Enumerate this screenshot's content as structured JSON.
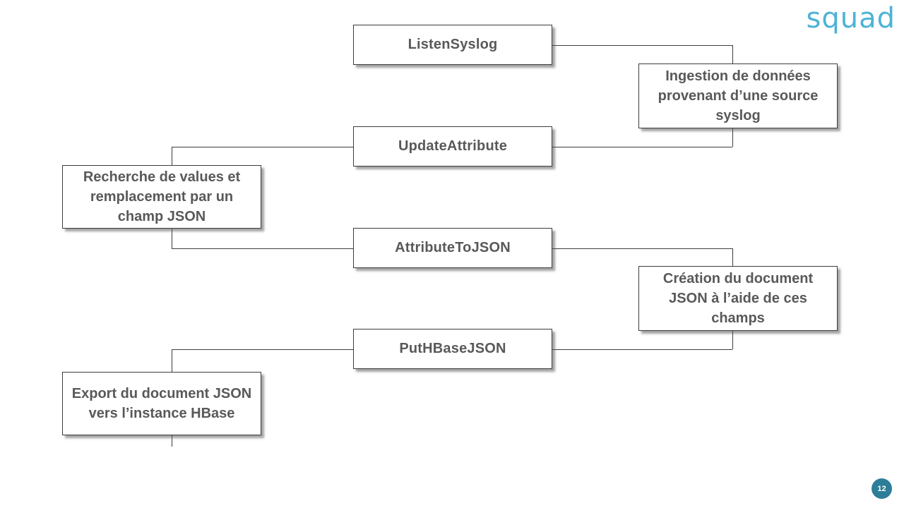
{
  "slide": {
    "logo": {
      "text": "squad",
      "color": "#4db3d6"
    },
    "page_badge": {
      "number": "12",
      "color": "#2e7d99"
    }
  },
  "diagram": {
    "processors": [
      {
        "id": "listen-syslog",
        "label": "ListenSyslog"
      },
      {
        "id": "update-attribute",
        "label": "UpdateAttribute"
      },
      {
        "id": "attribute-to-json",
        "label": "AttributeToJSON"
      },
      {
        "id": "put-hbase-json",
        "label": "PutHBaseJSON"
      }
    ],
    "annotations": [
      {
        "id": "ingestion",
        "side": "right",
        "label": "Ingestion de données provenant d’une source syslog"
      },
      {
        "id": "recherche",
        "side": "left",
        "label": "Recherche de values et remplacement par un champ JSON"
      },
      {
        "id": "creation",
        "side": "right",
        "label": "Création du document JSON à l’aide de ces champs"
      },
      {
        "id": "export",
        "side": "left",
        "label": "Export du document JSON vers l’instance HBase"
      }
    ],
    "colors": {
      "box_border": "#3d3d3d",
      "box_text": "#595959",
      "connector": "#3d3d3d",
      "background": "#ffffff"
    }
  }
}
